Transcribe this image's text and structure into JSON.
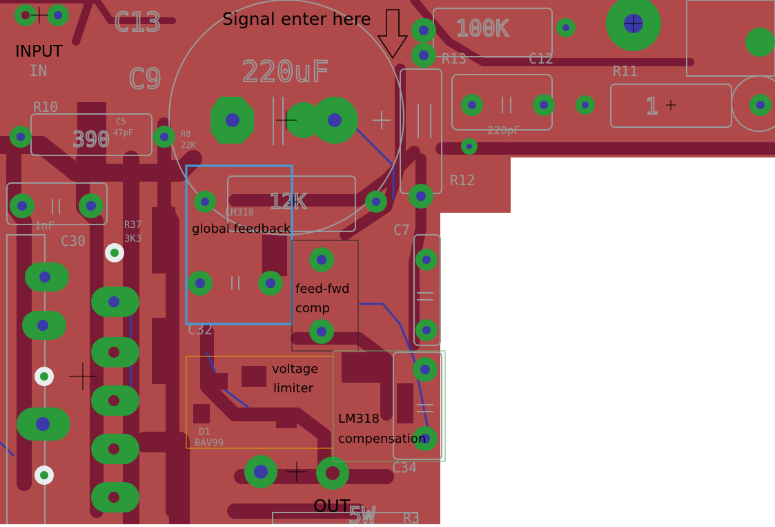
{
  "colors": {
    "copper_pour": "#b04a4a",
    "trace_dark": "#7a1a35",
    "bottom_trace": "#3a3aa8",
    "pad_green": "#2a9a3a",
    "pad_via": "#cfd8d8",
    "drill": "#3a3aa8",
    "silkscreen": "#9a9a9a",
    "annotation_text": "#000000",
    "box_global_feedback": "#3aa0e0",
    "box_feedfwd": "#222222",
    "box_voltage_limiter": "#d8b000",
    "box_lm318": "#6aa86a"
  },
  "annotations": {
    "signal_enter": "Signal enter here",
    "input": "INPUT",
    "global_feedback": "global feedback",
    "feedfwd_comp_line1": "feed-fwd",
    "feedfwd_comp_line2": "comp",
    "voltage_limiter_line1": "voltage",
    "voltage_limiter_line2": "limiter",
    "lm318_line1": "LM318",
    "lm318_line2": "compensation",
    "out": "OUT"
  },
  "silkscreen": {
    "c13": "C13",
    "c9": "C9",
    "cap_220uf": "220uF",
    "in": "IN",
    "r10": "R10",
    "val_390": "390",
    "c5": "C5",
    "val_47pf": "47pF",
    "r8": "R8",
    "val_22k": "22K",
    "r13": "R13",
    "val_100k": "100K",
    "c12": "C12",
    "r11": "R11",
    "val_1": "1",
    "val_220pf": "220pF",
    "r12": "R12",
    "val_12k": "12K",
    "c30": "C30",
    "val_1nf": "1nF",
    "val_3k3": "3K3",
    "c32": "C32",
    "c7": "C7",
    "c34": "C34",
    "val_5w": "5W",
    "r3": "R3",
    "d1": "D1",
    "bav99": "BAV99",
    "r37": "R37",
    "lm318": "LM318"
  }
}
